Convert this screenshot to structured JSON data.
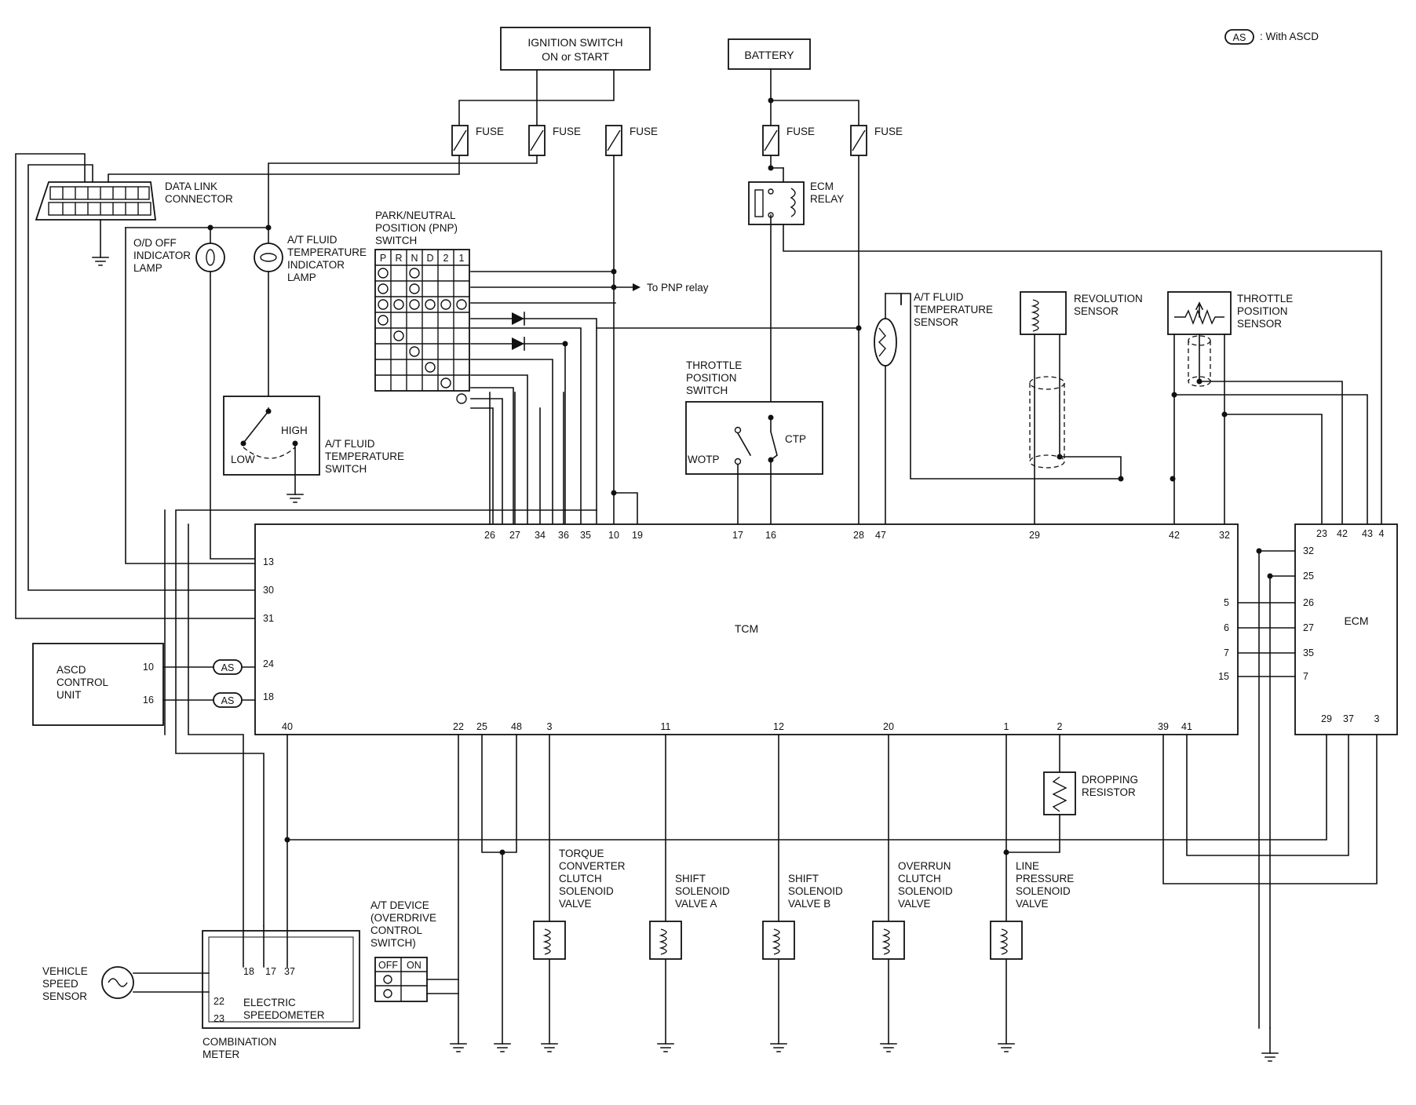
{
  "legend": {
    "badge": "AS",
    "text": ": With ASCD"
  },
  "ignition_switch": {
    "line1": "IGNITION SWITCH",
    "line2": "ON or START"
  },
  "battery": {
    "label": "BATTERY"
  },
  "fuse_label": "FUSE",
  "data_link_connector": {
    "line1": "DATA LINK",
    "line2": "CONNECTOR"
  },
  "od_off_lamp": {
    "line1": "O/D OFF",
    "line2": "INDICATOR",
    "line3": "LAMP"
  },
  "at_fluid_temp_lamp": {
    "line1": "A/T FLUID",
    "line2": "TEMPERATURE",
    "line3": "INDICATOR",
    "line4": "LAMP"
  },
  "pnp_switch": {
    "line1": "PARK/NEUTRAL",
    "line2": "POSITION (PNP)",
    "line3": "SWITCH",
    "columns": [
      "P",
      "R",
      "N",
      "D",
      "2",
      "1"
    ]
  },
  "to_pnp_relay": "To PNP relay",
  "ecm_relay": {
    "line1": "ECM",
    "line2": "RELAY"
  },
  "at_fluid_temp_sensor": {
    "line1": "A/T FLUID",
    "line2": "TEMPERATURE",
    "line3": "SENSOR"
  },
  "revolution_sensor": {
    "line1": "REVOLUTION",
    "line2": "SENSOR"
  },
  "throttle_position_sensor": {
    "line1": "THROTTLE",
    "line2": "POSITION",
    "line3": "SENSOR"
  },
  "throttle_position_switch": {
    "line1": "THROTTLE",
    "line2": "POSITION",
    "line3": "SWITCH",
    "wotp": "WOTP",
    "ctp": "CTP"
  },
  "at_fluid_temp_switch": {
    "line1": "A/T FLUID",
    "line2": "TEMPERATURE",
    "line3": "SWITCH",
    "high": "HIGH",
    "low": "LOW"
  },
  "tcm": {
    "label": "TCM",
    "top_pins": [
      "26",
      "27",
      "34",
      "36",
      "35",
      "10",
      "19",
      "17",
      "16",
      "28",
      "47",
      "29",
      "42",
      "32"
    ],
    "left_pins": [
      "13",
      "30",
      "31",
      "24",
      "18"
    ],
    "right_pins": [
      "5",
      "6",
      "7",
      "15"
    ],
    "bottom_pins": [
      "40",
      "22",
      "25",
      "48",
      "3",
      "11",
      "12",
      "20",
      "1",
      "2",
      "39",
      "41"
    ]
  },
  "ecm": {
    "label": "ECM",
    "top_pins": [
      "23",
      "42",
      "43",
      "4"
    ],
    "left_pins": [
      "32",
      "25",
      "26",
      "27",
      "35",
      "7"
    ],
    "bottom_pins": [
      "29",
      "37",
      "3"
    ]
  },
  "ascd_control_unit": {
    "line1": "ASCD",
    "line2": "CONTROL",
    "line3": "UNIT",
    "pin_a": "10",
    "pin_b": "16"
  },
  "dropping_resistor": {
    "line1": "DROPPING",
    "line2": "RESISTOR"
  },
  "solenoids": [
    {
      "l1": "TORQUE",
      "l2": "CONVERTER",
      "l3": "CLUTCH",
      "l4": "SOLENOID",
      "l5": "VALVE"
    },
    {
      "l1": "SHIFT",
      "l2": "SOLENOID",
      "l3": "VALVE A"
    },
    {
      "l1": "SHIFT",
      "l2": "SOLENOID",
      "l3": "VALVE B"
    },
    {
      "l1": "OVERRUN",
      "l2": "CLUTCH",
      "l3": "SOLENOID",
      "l4": "VALVE"
    },
    {
      "l1": "LINE",
      "l2": "PRESSURE",
      "l3": "SOLENOID",
      "l4": "VALVE"
    }
  ],
  "at_device": {
    "line1": "A/T DEVICE",
    "line2": "(OVERDRIVE",
    "line3": "CONTROL",
    "line4": "SWITCH)",
    "off": "OFF",
    "on": "ON"
  },
  "vehicle_speed_sensor": {
    "line1": "VEHICLE",
    "line2": "SPEED",
    "line3": "SENSOR"
  },
  "electric_speedometer": {
    "line1": "ELECTRIC",
    "line2": "SPEEDOMETER",
    "pins_top": [
      "18",
      "17",
      "37"
    ],
    "pins_left": [
      "22",
      "23"
    ]
  },
  "combination_meter": {
    "line1": "COMBINATION",
    "line2": "METER"
  }
}
